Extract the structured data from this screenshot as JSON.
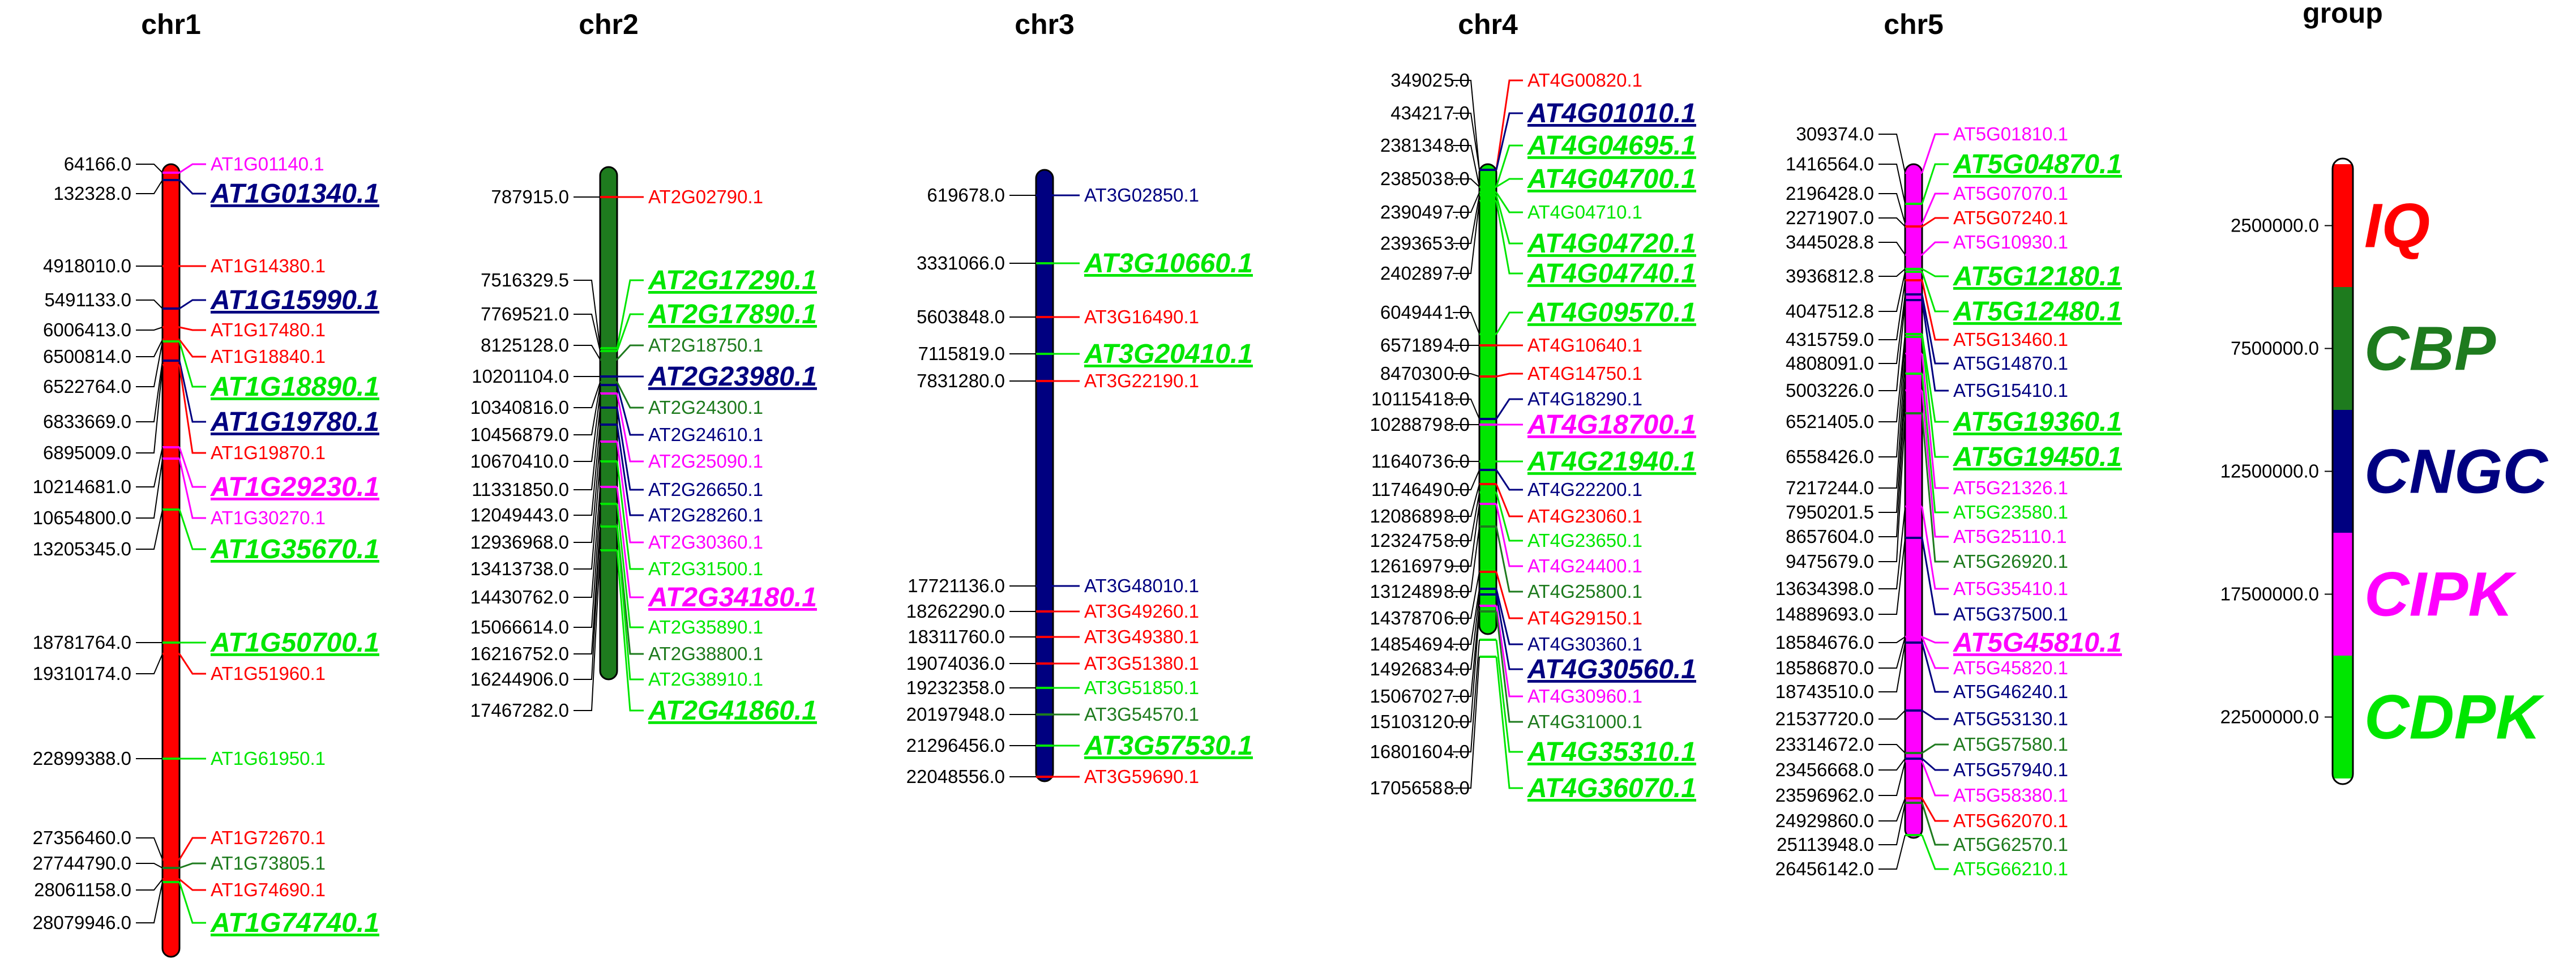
{
  "colors": {
    "IQ": "#ff0000",
    "CBP": "#1e7b1e",
    "CNGC": "#000080",
    "CIPK": "#ff00ff",
    "CDPK": "#00e600"
  },
  "chromosomes": [
    {
      "name": "chr1",
      "color": "CDPK_IQ_CHR1",
      "body_color": "#ff0000",
      "genes": [
        {
          "pos": "64166.0",
          "gene": "AT1G01140.1",
          "group": "CIPK",
          "highlight": false
        },
        {
          "pos": "132328.0",
          "gene": "AT1G01340.1",
          "group": "CNGC",
          "highlight": true
        },
        {
          "pos": "4918010.0",
          "gene": "AT1G14380.1",
          "group": "IQ",
          "highlight": false
        },
        {
          "pos": "5491133.0",
          "gene": "AT1G15990.1",
          "group": "CNGC",
          "highlight": true
        },
        {
          "pos": "6006413.0",
          "gene": "AT1G17480.1",
          "group": "IQ",
          "highlight": false
        },
        {
          "pos": "6500814.0",
          "gene": "AT1G18840.1",
          "group": "IQ",
          "highlight": false
        },
        {
          "pos": "6522764.0",
          "gene": "AT1G18890.1",
          "group": "CDPK",
          "highlight": true
        },
        {
          "pos": "6833669.0",
          "gene": "AT1G19780.1",
          "group": "CNGC",
          "highlight": true
        },
        {
          "pos": "6895009.0",
          "gene": "AT1G19870.1",
          "group": "IQ",
          "highlight": false
        },
        {
          "pos": "10214681.0",
          "gene": "AT1G29230.1",
          "group": "CIPK",
          "highlight": true
        },
        {
          "pos": "10654800.0",
          "gene": "AT1G30270.1",
          "group": "CIPK",
          "highlight": false
        },
        {
          "pos": "13205345.0",
          "gene": "AT1G35670.1",
          "group": "CDPK",
          "highlight": true
        },
        {
          "pos": "18781764.0",
          "gene": "AT1G50700.1",
          "group": "CDPK",
          "highlight": true
        },
        {
          "pos": "19310174.0",
          "gene": "AT1G51960.1",
          "group": "IQ",
          "highlight": false
        },
        {
          "pos": "22899388.0",
          "gene": "AT1G61950.1",
          "group": "CDPK",
          "highlight": false
        },
        {
          "pos": "27356460.0",
          "gene": "AT1G72670.1",
          "group": "IQ",
          "highlight": false
        },
        {
          "pos": "27744790.0",
          "gene": "AT1G73805.1",
          "group": "CBP",
          "highlight": false
        },
        {
          "pos": "28061158.0",
          "gene": "AT1G74690.1",
          "group": "IQ",
          "highlight": false
        },
        {
          "pos": "28079946.0",
          "gene": "AT1G74740.1",
          "group": "CDPK",
          "highlight": true
        }
      ]
    },
    {
      "name": "chr2",
      "body_color": "#1e7b1e",
      "genes": [
        {
          "pos": "787915.0",
          "gene": "AT2G02790.1",
          "group": "IQ",
          "highlight": false
        },
        {
          "pos": "7516329.5",
          "gene": "AT2G17290.1",
          "group": "CDPK",
          "highlight": true
        },
        {
          "pos": "7769521.0",
          "gene": "AT2G17890.1",
          "group": "CDPK",
          "highlight": true
        },
        {
          "pos": "8125128.0",
          "gene": "AT2G18750.1",
          "group": "CBP",
          "highlight": false
        },
        {
          "pos": "10201104.0",
          "gene": "AT2G23980.1",
          "group": "CNGC",
          "highlight": true
        },
        {
          "pos": "10340816.0",
          "gene": "AT2G24300.1",
          "group": "CBP",
          "highlight": false
        },
        {
          "pos": "10456879.0",
          "gene": "AT2G24610.1",
          "group": "CNGC",
          "highlight": false
        },
        {
          "pos": "10670410.0",
          "gene": "AT2G25090.1",
          "group": "CIPK",
          "highlight": false
        },
        {
          "pos": "11331850.0",
          "gene": "AT2G26650.1",
          "group": "CNGC",
          "highlight": false
        },
        {
          "pos": "12049443.0",
          "gene": "AT2G28260.1",
          "group": "CNGC",
          "highlight": false
        },
        {
          "pos": "12936968.0",
          "gene": "AT2G30360.1",
          "group": "CIPK",
          "highlight": false
        },
        {
          "pos": "13413738.0",
          "gene": "AT2G31500.1",
          "group": "CDPK",
          "highlight": false
        },
        {
          "pos": "14430762.0",
          "gene": "AT2G34180.1",
          "group": "CIPK",
          "highlight": true
        },
        {
          "pos": "15066614.0",
          "gene": "AT2G35890.1",
          "group": "CDPK",
          "highlight": false
        },
        {
          "pos": "16216752.0",
          "gene": "AT2G38800.1",
          "group": "CBP",
          "highlight": false
        },
        {
          "pos": "16244906.0",
          "gene": "AT2G38910.1",
          "group": "CDPK",
          "highlight": false
        },
        {
          "pos": "17467282.0",
          "gene": "AT2G41860.1",
          "group": "CDPK",
          "highlight": true
        }
      ]
    },
    {
      "name": "chr3",
      "body_color": "#000080",
      "genes": [
        {
          "pos": "619678.0",
          "gene": "AT3G02850.1",
          "group": "CNGC",
          "highlight": false
        },
        {
          "pos": "3331066.0",
          "gene": "AT3G10660.1",
          "group": "CDPK",
          "highlight": true
        },
        {
          "pos": "5603848.0",
          "gene": "AT3G16490.1",
          "group": "IQ",
          "highlight": false
        },
        {
          "pos": "7115819.0",
          "gene": "AT3G20410.1",
          "group": "CDPK",
          "highlight": true
        },
        {
          "pos": "7831280.0",
          "gene": "AT3G22190.1",
          "group": "IQ",
          "highlight": false
        },
        {
          "pos": "17721136.0",
          "gene": "AT3G48010.1",
          "group": "CNGC",
          "highlight": false
        },
        {
          "pos": "18262290.0",
          "gene": "AT3G49260.1",
          "group": "IQ",
          "highlight": false
        },
        {
          "pos": "18311760.0",
          "gene": "AT3G49380.1",
          "group": "IQ",
          "highlight": false
        },
        {
          "pos": "19074036.0",
          "gene": "AT3G51380.1",
          "group": "IQ",
          "highlight": false
        },
        {
          "pos": "19232358.0",
          "gene": "AT3G51850.1",
          "group": "CDPK",
          "highlight": false
        },
        {
          "pos": "20197948.0",
          "gene": "AT3G54570.1",
          "group": "CBP",
          "highlight": false
        },
        {
          "pos": "21296456.0",
          "gene": "AT3G57530.1",
          "group": "CDPK",
          "highlight": true
        },
        {
          "pos": "22048556.0",
          "gene": "AT3G59690.1",
          "group": "IQ",
          "highlight": false
        }
      ]
    },
    {
      "name": "chr4",
      "body_color": "#00e600",
      "genes": [
        {
          "pos": "34902",
          "pos2": "5.0",
          "gene": "AT4G00820.1",
          "group": "IQ",
          "highlight": false
        },
        {
          "pos": "43421",
          "pos2": "7.0",
          "gene": "AT4G01010.1",
          "group": "CNGC",
          "highlight": true
        },
        {
          "pos": "238134",
          "pos2": "8.0",
          "gene": "AT4G04695.1",
          "group": "CDPK",
          "highlight": true
        },
        {
          "pos": "238503",
          "pos2": "8.0",
          "gene": "AT4G04700.1",
          "group": "CDPK",
          "highlight": true
        },
        {
          "pos": "239049",
          "pos2": "7.0",
          "gene": "AT4G04710.1",
          "group": "CDPK",
          "highlight": false
        },
        {
          "pos": "239365",
          "pos2": "3.0",
          "gene": "AT4G04720.1",
          "group": "CDPK",
          "highlight": true
        },
        {
          "pos": "240289",
          "pos2": "7.0",
          "gene": "AT4G04740.1",
          "group": "CDPK",
          "highlight": true
        },
        {
          "pos": "604944",
          "pos2": "1.0",
          "gene": "AT4G09570.1",
          "group": "CDPK",
          "highlight": true
        },
        {
          "pos": "657189",
          "pos2": "4.0",
          "gene": "AT4G10640.1",
          "group": "IQ",
          "highlight": false
        },
        {
          "pos": "847030",
          "pos2": "0.0",
          "gene": "AT4G14750.1",
          "group": "IQ",
          "highlight": false
        },
        {
          "pos": "1011541",
          "pos2": "8.0",
          "gene": "AT4G18290.1",
          "group": "CNGC",
          "highlight": false
        },
        {
          "pos": "1028879",
          "pos2": "8.0",
          "gene": "AT4G18700.1",
          "group": "CIPK",
          "highlight": true
        },
        {
          "pos": "1164073",
          "pos2": "6.0",
          "gene": "AT4G21940.1",
          "group": "CDPK",
          "highlight": true
        },
        {
          "pos": "1174649",
          "pos2": "0.0",
          "gene": "AT4G22200.1",
          "group": "CNGC",
          "highlight": false
        },
        {
          "pos": "1208689",
          "pos2": "8.0",
          "gene": "AT4G23060.1",
          "group": "IQ",
          "highlight": false
        },
        {
          "pos": "1232475",
          "pos2": "8.0",
          "gene": "AT4G23650.1",
          "group": "CDPK",
          "highlight": false
        },
        {
          "pos": "1261697",
          "pos2": "9.0",
          "gene": "AT4G24400.1",
          "group": "CIPK",
          "highlight": false
        },
        {
          "pos": "1312489",
          "pos2": "8.0",
          "gene": "AT4G25800.1",
          "group": "CBP",
          "highlight": false
        },
        {
          "pos": "1437870",
          "pos2": "6.0",
          "gene": "AT4G29150.1",
          "group": "IQ",
          "highlight": false
        },
        {
          "pos": "1485469",
          "pos2": "4.0",
          "gene": "AT4G30360.1",
          "group": "CNGC",
          "highlight": false
        },
        {
          "pos": "1492683",
          "pos2": "4.0",
          "gene": "AT4G30560.1",
          "group": "CNGC",
          "highlight": true
        },
        {
          "pos": "1506702",
          "pos2": "7.0",
          "gene": "AT4G30960.1",
          "group": "CIPK",
          "highlight": false
        },
        {
          "pos": "1510312",
          "pos2": "0.0",
          "gene": "AT4G31000.1",
          "group": "CBP",
          "highlight": false
        },
        {
          "pos": "1680160",
          "pos2": "4.0",
          "gene": "AT4G35310.1",
          "group": "CDPK",
          "highlight": true
        },
        {
          "pos": "1705658",
          "pos2": "8.0",
          "gene": "AT4G36070.1",
          "group": "CDPK",
          "highlight": true
        }
      ]
    },
    {
      "name": "chr5",
      "body_color": "#ff00ff",
      "genes": [
        {
          "pos": "309374.0",
          "gene": "AT5G01810.1",
          "group": "CIPK",
          "highlight": false
        },
        {
          "pos": "1416564.0",
          "gene": "AT5G04870.1",
          "group": "CDPK",
          "highlight": true
        },
        {
          "pos": "2196428.0",
          "gene": "AT5G07070.1",
          "group": "CIPK",
          "highlight": false
        },
        {
          "pos": "2271907.0",
          "gene": "AT5G07240.1",
          "group": "IQ",
          "highlight": false
        },
        {
          "pos": "3445028.8",
          "gene": "AT5G10930.1",
          "group": "CIPK",
          "highlight": false
        },
        {
          "pos": "3936812.8",
          "gene": "AT5G12180.1",
          "group": "CDPK",
          "highlight": true
        },
        {
          "pos": "4047512.8",
          "gene": "AT5G12480.1",
          "group": "CDPK",
          "highlight": true
        },
        {
          "pos": "4315759.0",
          "gene": "AT5G13460.1",
          "group": "IQ",
          "highlight": false
        },
        {
          "pos": "4808091.0",
          "gene": "AT5G14870.1",
          "group": "CNGC",
          "highlight": false
        },
        {
          "pos": "5003226.0",
          "gene": "AT5G15410.1",
          "group": "CNGC",
          "highlight": false
        },
        {
          "pos": "6521405.0",
          "gene": "AT5G19360.1",
          "group": "CDPK",
          "highlight": true
        },
        {
          "pos": "6558426.0",
          "gene": "AT5G19450.1",
          "group": "CDPK",
          "highlight": true
        },
        {
          "pos": "7217244.0",
          "gene": "AT5G21326.1",
          "group": "CIPK",
          "highlight": false
        },
        {
          "pos": "7950201.5",
          "gene": "AT5G23580.1",
          "group": "CDPK",
          "highlight": false
        },
        {
          "pos": "8657604.0",
          "gene": "AT5G25110.1",
          "group": "CIPK",
          "highlight": false
        },
        {
          "pos": "9475679.0",
          "gene": "AT5G26920.1",
          "group": "CBP",
          "highlight": false
        },
        {
          "pos": "13634398.0",
          "gene": "AT5G35410.1",
          "group": "CIPK",
          "highlight": false
        },
        {
          "pos": "14889693.0",
          "gene": "AT5G37500.1",
          "group": "CNGC",
          "highlight": false
        },
        {
          "pos": "18584676.0",
          "gene": "AT5G45810.1",
          "group": "CIPK",
          "highlight": true
        },
        {
          "pos": "18586870.0",
          "gene": "AT5G45820.1",
          "group": "CIPK",
          "highlight": false
        },
        {
          "pos": "18743510.0",
          "gene": "AT5G46240.1",
          "group": "CNGC",
          "highlight": false
        },
        {
          "pos": "21537720.0",
          "gene": "AT5G53130.1",
          "group": "CNGC",
          "highlight": false
        },
        {
          "pos": "23314672.0",
          "gene": "AT5G57580.1",
          "group": "CBP",
          "highlight": false
        },
        {
          "pos": "23456668.0",
          "gene": "AT5G57940.1",
          "group": "CNGC",
          "highlight": false
        },
        {
          "pos": "23596962.0",
          "gene": "AT5G58380.1",
          "group": "CIPK",
          "highlight": false
        },
        {
          "pos": "24929860.0",
          "gene": "AT5G62070.1",
          "group": "IQ",
          "highlight": false
        },
        {
          "pos": "25113948.0",
          "gene": "AT5G62570.1",
          "group": "CBP",
          "highlight": false
        },
        {
          "pos": "26456142.0",
          "gene": "AT5G66210.1",
          "group": "CDPK",
          "highlight": false
        }
      ]
    }
  ],
  "group_legend": {
    "title": "group",
    "items": [
      {
        "label": "IQ",
        "pos": "2500000.0"
      },
      {
        "label": "CBP",
        "pos": "7500000.0"
      },
      {
        "label": "CNGC",
        "pos": "12500000.0"
      },
      {
        "label": "CIPK",
        "pos": "17500000.0"
      },
      {
        "label": "CDPK",
        "pos": "22500000.0"
      }
    ]
  }
}
